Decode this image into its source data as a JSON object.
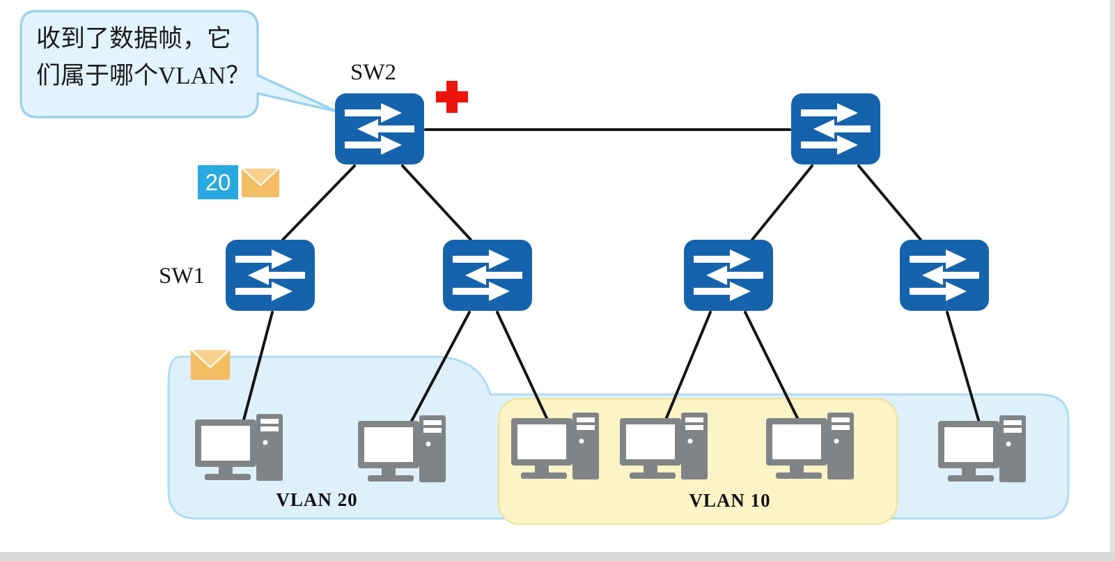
{
  "colors": {
    "switch_blue": "#1563ac",
    "line_black": "#141414",
    "region_blue_fill": "#def0fa",
    "region_blue_border": "#aedcf2",
    "region_yellow_fill": "#fcf4c6",
    "region_yellow_border": "#f0e3a2",
    "bubble_fill": "#e2f3fd",
    "bubble_border": "#9cd3ee",
    "tag_blue": "#2aa9e0",
    "envelope_orange": "#f3bd63",
    "plus_red": "#ec140b",
    "pc_gray": "#818487"
  },
  "bubble": {
    "line1": "收到了数据帧，它",
    "line2": "们属于哪个VLAN？"
  },
  "labels": {
    "sw2": "SW2",
    "sw1": "SW1"
  },
  "frame_tag": {
    "vlan_id": "20"
  },
  "vlan_regions": {
    "vlan20": {
      "label": "VLAN 20"
    },
    "vlan10": {
      "label": "VLAN 10"
    }
  },
  "icons": {
    "switch": "ethernet-switch-icon",
    "pc": "desktop-pc-icon",
    "envelope": "data-frame-envelope-icon",
    "plus": "red-plus-icon",
    "bubble": "speech-bubble"
  }
}
